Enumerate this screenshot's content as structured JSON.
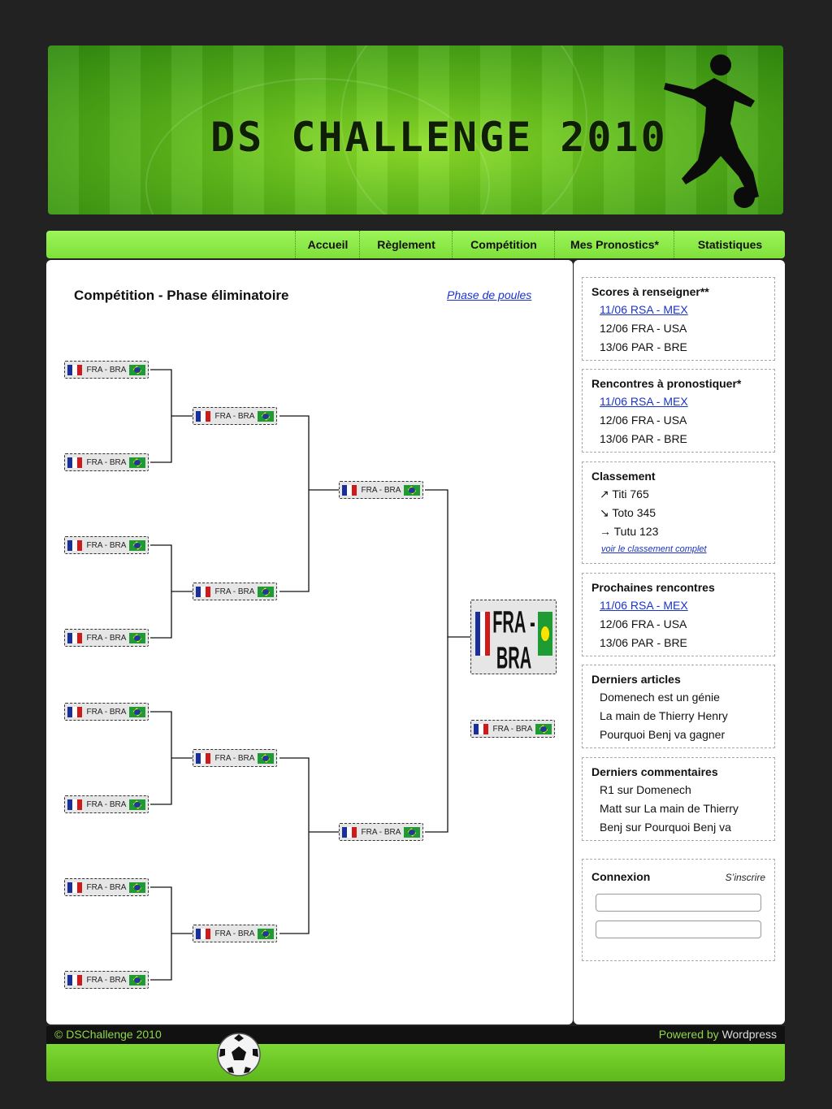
{
  "banner": {
    "title": "DS CHALLENGE 2010"
  },
  "nav": {
    "items": [
      {
        "label": "Accueil"
      },
      {
        "label": "Règlement"
      },
      {
        "label": "Compétition"
      },
      {
        "label": "Mes Pronostics*"
      },
      {
        "label": "Statistiques"
      }
    ]
  },
  "main": {
    "title": "Compétition - Phase éliminatoire",
    "phase_link": "Phase de poules",
    "match_label": "FRA - BRA",
    "final_label": "FRA - BRA"
  },
  "sidebar": {
    "scores": {
      "title": "Scores à renseigner**",
      "items": [
        "11/06 RSA - MEX",
        "12/06 FRA - USA",
        "13/06 PAR - BRE"
      ]
    },
    "pronostics": {
      "title": "Rencontres à pronostiquer*",
      "items": [
        "11/06 RSA - MEX",
        "12/06 FRA - USA",
        "13/06 PAR - BRE"
      ]
    },
    "classement": {
      "title": "Classement",
      "items": [
        "↗ Titi 765",
        "↘ Toto 345",
        "→ Tutu 123"
      ],
      "full_link": "voir le classement complet"
    },
    "prochaines": {
      "title": "Prochaines rencontres",
      "items": [
        "11/06 RSA - MEX",
        "12/06 FRA - USA",
        "13/06 PAR - BRE"
      ]
    },
    "articles": {
      "title": "Derniers articles",
      "items": [
        "Domenech est un génie",
        "La main de Thierry Henry",
        "Pourquoi Benj va gagner"
      ]
    },
    "commentaires": {
      "title": "Derniers commentaires",
      "items": [
        "R1 sur Domenech",
        "Matt sur La main de Thierry",
        "Benj sur Pourquoi Benj va"
      ]
    },
    "connexion": {
      "title": "Connexion",
      "register": "S’inscrire",
      "login_value": "",
      "password_value": ""
    }
  },
  "footer": {
    "copyright": "© DSChallenge 2010",
    "powered_prefix": "Powered by",
    "powered_brand": "Wordpress"
  }
}
